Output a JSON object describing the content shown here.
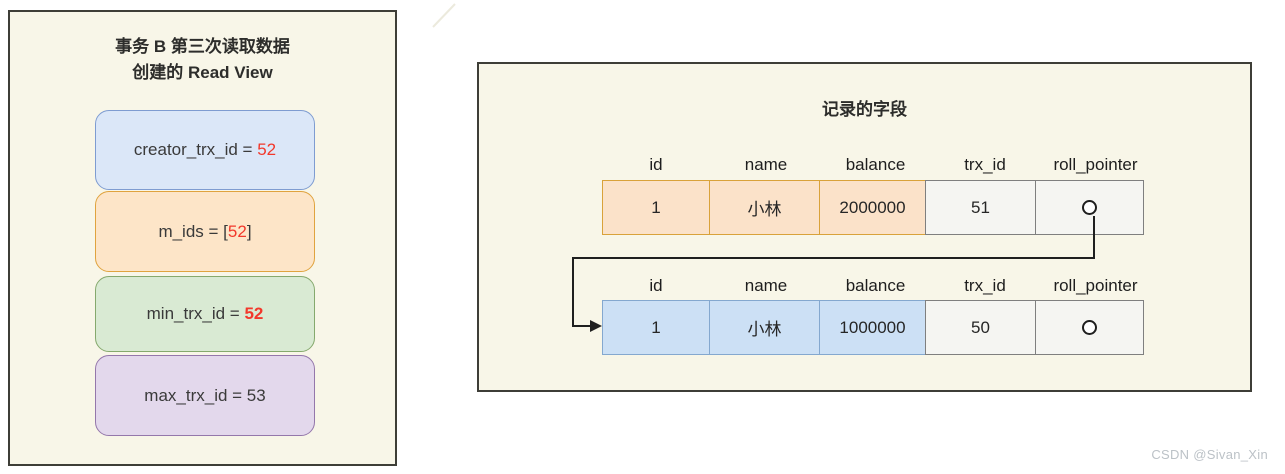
{
  "colors": {
    "panel_background": "#f8f6e8",
    "panel_border": "#3e3e37",
    "red_value": "#f2382b",
    "box_blue_fill": "#dbe7f8",
    "box_blue_border": "#7e9cd1",
    "box_orange_fill": "#fde5c8",
    "box_orange_border": "#e0a33e",
    "box_green_fill": "#d9ead3",
    "box_green_border": "#85a96d",
    "box_purple_fill": "#e3d8ec",
    "box_purple_border": "#9477ab",
    "record_row1_fill": "#fbe2c9",
    "record_row1_border": "#d9a23a",
    "record_row2_fill": "#cce0f5",
    "record_row2_border": "#84a8cf",
    "system_cell_fill": "#f5f5f2",
    "system_cell_border": "#7f7f7f"
  },
  "read_view_panel": {
    "title_line1": "事务 B 第三次读取数据",
    "title_line2": "创建的 Read View",
    "boxes": [
      {
        "prefix": "creator_trx_id = ",
        "value": "52",
        "suffix": ""
      },
      {
        "prefix": "m_ids = [",
        "value": "52",
        "suffix": "]"
      },
      {
        "prefix": "min_trx_id = ",
        "value": "52",
        "suffix": ""
      },
      {
        "prefix": "max_trx_id = ",
        "value": "53",
        "suffix": ""
      }
    ]
  },
  "record_panel": {
    "title": "记录的字段",
    "columns": [
      "id",
      "name",
      "balance",
      "trx_id",
      "roll_pointer"
    ],
    "rows": [
      {
        "id": "1",
        "name": "小林",
        "balance": "2000000",
        "trx_id": "51"
      },
      {
        "id": "1",
        "name": "小林",
        "balance": "1000000",
        "trx_id": "50"
      }
    ]
  },
  "watermark": "CSDN @Sivan_Xin"
}
